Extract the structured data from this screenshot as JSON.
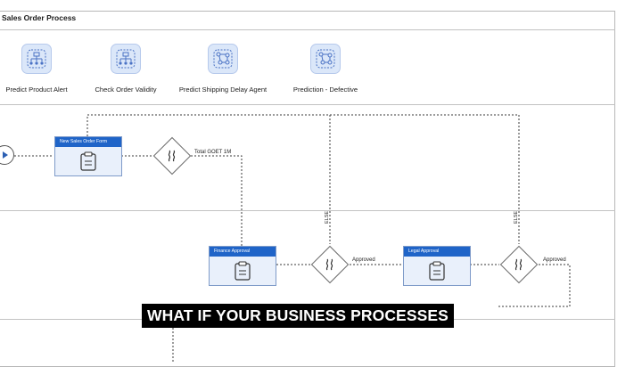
{
  "header": {
    "title": "Sales Order Process"
  },
  "agents": [
    {
      "label": "Predict Product Alert",
      "icon": "org-chart-agent-icon"
    },
    {
      "label": "Check Order Validity",
      "icon": "org-chart-agent-icon"
    },
    {
      "label": "Predict Shipping Delay Agent",
      "icon": "network-agent-icon"
    },
    {
      "label": "Prediction - Defective",
      "icon": "network-agent-icon"
    }
  ],
  "tasks": {
    "new_sales_order": "New Sales Order Form",
    "finance_approval": "Finance Approval",
    "legal_approval": "Legal Approval"
  },
  "gateways": {
    "total_label": "Total GOET 1M",
    "approved_1": "Approved",
    "approved_2": "Approved",
    "else_1": "ELSE",
    "else_2": "ELSE"
  },
  "caption": {
    "text": "WHAT IF YOUR BUSINESS PROCESSES"
  },
  "colors": {
    "task_header": "#1f64c8",
    "task_fill": "#e9f0fb",
    "agent_tile": "#dbe7f9"
  }
}
